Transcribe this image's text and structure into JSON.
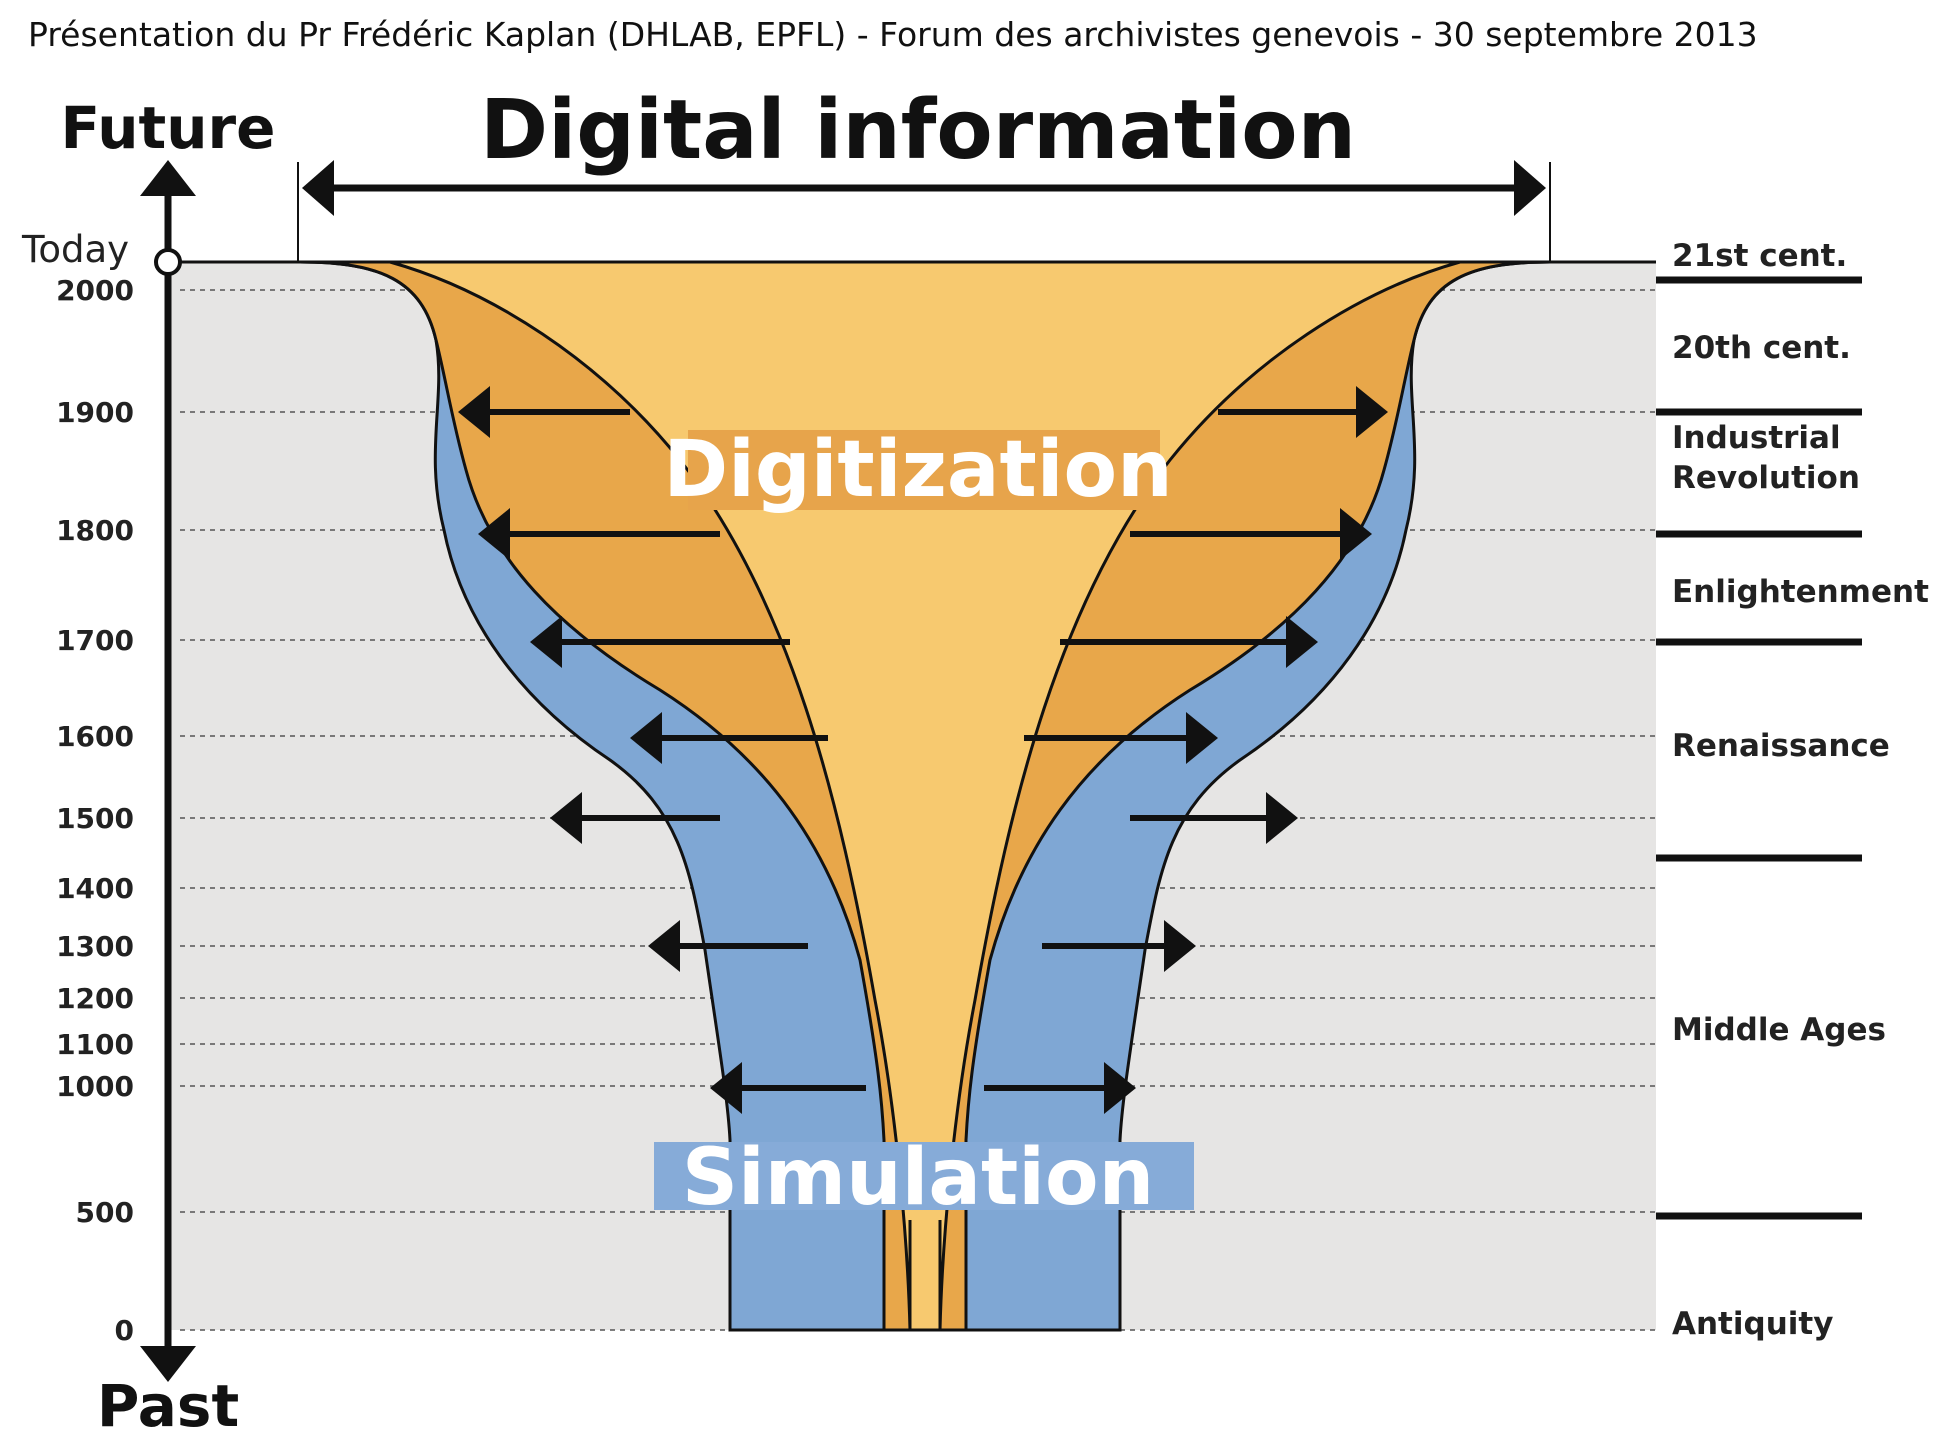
{
  "caption": "Présentation du Pr Frédéric Kaplan (DHLAB, EPFL) - Forum des archivistes genevois - 30 septembre 2013",
  "title": "Digital information",
  "axis": {
    "top_label": "Future",
    "bottom_label": "Past",
    "today_label": "Today"
  },
  "years": [
    "2000",
    "1900",
    "1800",
    "1700",
    "1600",
    "1500",
    "1400",
    "1300",
    "1200",
    "1100",
    "1000",
    "500",
    "0"
  ],
  "eras": [
    {
      "lines": [
        "21st cent."
      ]
    },
    {
      "lines": [
        "20th cent."
      ]
    },
    {
      "lines": [
        "Industrial",
        "Revolution"
      ]
    },
    {
      "lines": [
        "Enlightenment"
      ]
    },
    {
      "lines": [
        "Renaissance"
      ]
    },
    {
      "lines": [
        "Middle Ages"
      ]
    },
    {
      "lines": [
        "Antiquity"
      ]
    }
  ],
  "bands": {
    "digitization": "Digitization",
    "simulation": "Simulation"
  },
  "colors": {
    "background": "#e6e5e4",
    "digital_light": "#f7c96f",
    "digitization": "#e8a74a",
    "simulation": "#7fa7d4",
    "simulation_banner": "#86abd8",
    "digitization_banner": "#e7a44b",
    "ink": "#111111"
  }
}
